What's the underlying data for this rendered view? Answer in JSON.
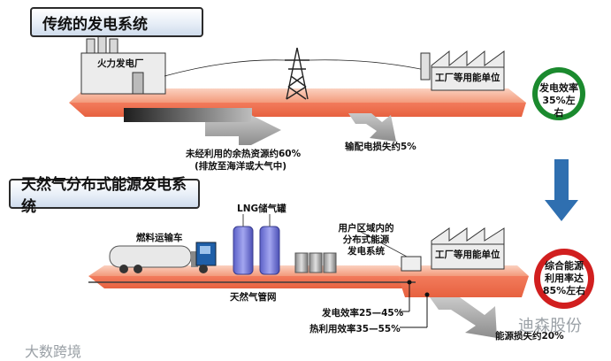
{
  "sections": {
    "top_title": "传统的发电系统",
    "bottom_title": "天然气分布式能源发电系统"
  },
  "top": {
    "plant_label": "火力发电厂",
    "factory_label": "工厂等用能单位",
    "waste_heat_line1": "未经利用的余热资源约60%",
    "waste_heat_line2": "(排放至海洋或大气中)",
    "transmission_loss": "输配电损失约5%",
    "efficiency_line1": "发电效率",
    "efficiency_line2": "35%左右"
  },
  "bottom": {
    "lng_label": "LNG储气罐",
    "truck_label": "燃料运输车",
    "user_area_line1": "用户区域内的",
    "user_area_line2": "分布式能源",
    "user_area_line3": "发电系统",
    "factory_label": "工厂等用能单位",
    "pipeline_label": "天然气管网",
    "gen_eff": "发电效率25—45%",
    "heat_eff": "热利用效率35—55%",
    "energy_loss": "能源损失约20%",
    "combined_line1": "综合能源",
    "combined_line2": "利用率达",
    "combined_line3": "85%左右"
  },
  "watermarks": {
    "bottom_left": "大数跨境",
    "bottom_right": "迪森股份"
  },
  "colors": {
    "platform_top": "#f5a183",
    "platform_front": "#f07656",
    "grey_arrow": "#a7a7a7",
    "green_circle": "#1b8a2e",
    "red_circle": "#d11f1f",
    "blue_arrow": "#2f6fb0"
  }
}
